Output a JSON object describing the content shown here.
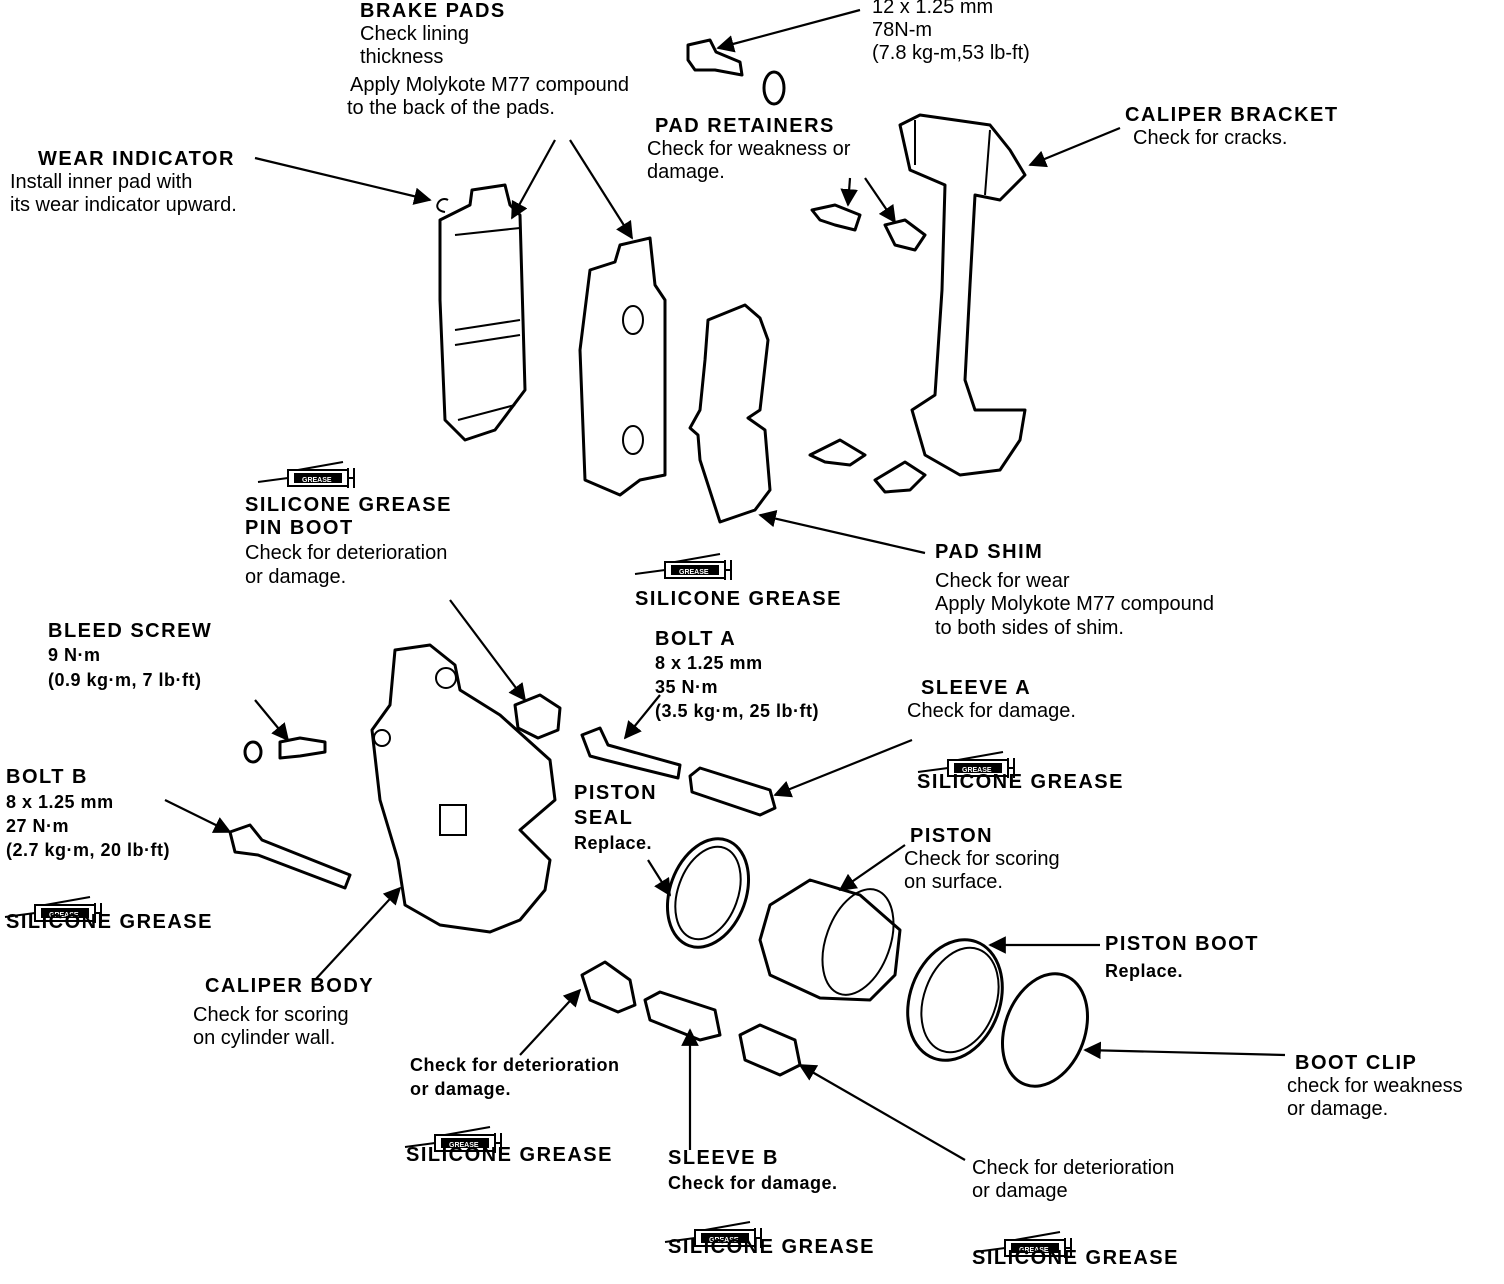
{
  "labels": {
    "brake_pads": {
      "title": "BRAKE PADS",
      "line1": "Check lining",
      "line2": "thickness",
      "line3": "Apply Molykote M77 compound",
      "line4": "to the back of the pads."
    },
    "bolt_top": {
      "line1": "12 x 1.25 mm",
      "line2": "78N-m",
      "line3": "(7.8 kg-m,53 lb-ft)"
    },
    "pad_retainers": {
      "title": "PAD RETAINERS",
      "line1": "Check for weakness or",
      "line2": "damage."
    },
    "caliper_bracket": {
      "title": "CALIPER BRACKET",
      "line1": "Check for cracks."
    },
    "wear_indicator": {
      "title": "WEAR INDICATOR",
      "line1": "Install inner pad with",
      "line2": "its wear indicator upward."
    },
    "pin_boot": {
      "grease": "SILICONE GREASE",
      "title": "PIN BOOT",
      "line1": "Check for deterioration",
      "line2": "or damage."
    },
    "pad_shim": {
      "grease": "SILICONE GREASE",
      "title": "PAD SHIM",
      "line1": "Check for wear",
      "line2": "Apply Molykote M77 compound",
      "line3": "to both sides of shim."
    },
    "bleed_screw": {
      "title": "BLEED SCREW",
      "line1": "9 N·m",
      "line2": "(0.9 kg·m, 7 lb·ft)"
    },
    "bolt_a": {
      "title": "BOLT A",
      "line1": "8 x 1.25 mm",
      "line2": "35 N·m",
      "line3": "(3.5 kg·m, 25 lb·ft)"
    },
    "sleeve_a": {
      "title": "SLEEVE A",
      "line1": "Check for damage.",
      "grease": "SILICONE GREASE"
    },
    "bolt_b": {
      "title": "BOLT B",
      "line1": "8 x 1.25 mm",
      "line2": "27 N·m",
      "line3": "(2.7 kg·m, 20 lb·ft)",
      "grease": "SILICONE GREASE"
    },
    "piston_seal": {
      "line1": "PISTON",
      "line2": "SEAL",
      "line3": "Replace."
    },
    "piston": {
      "title": "PISTON",
      "line1": "Check for scoring",
      "line2": "on surface."
    },
    "piston_boot": {
      "title": "PISTON BOOT",
      "line1": "Replace."
    },
    "caliper_body": {
      "title": "CALIPER BODY",
      "line1": "Check for scoring",
      "line2": "on cylinder wall."
    },
    "boot_clip": {
      "title": "BOOT CLIP",
      "line1": "check for weakness",
      "line2": "or damage."
    },
    "pin_boot_lower": {
      "line1": "Check for deterioration",
      "line2": "or damage.",
      "grease": "SILICONE GREASE"
    },
    "sleeve_b": {
      "title": "SLEEVE B",
      "line1": "Check for damage.",
      "grease": "SILICONE GREASE"
    },
    "boot_lower_right": {
      "line1": "Check for deterioration",
      "line2": "or damage",
      "grease": "SILICONE GREASE"
    }
  },
  "tube_label": "GREASE"
}
